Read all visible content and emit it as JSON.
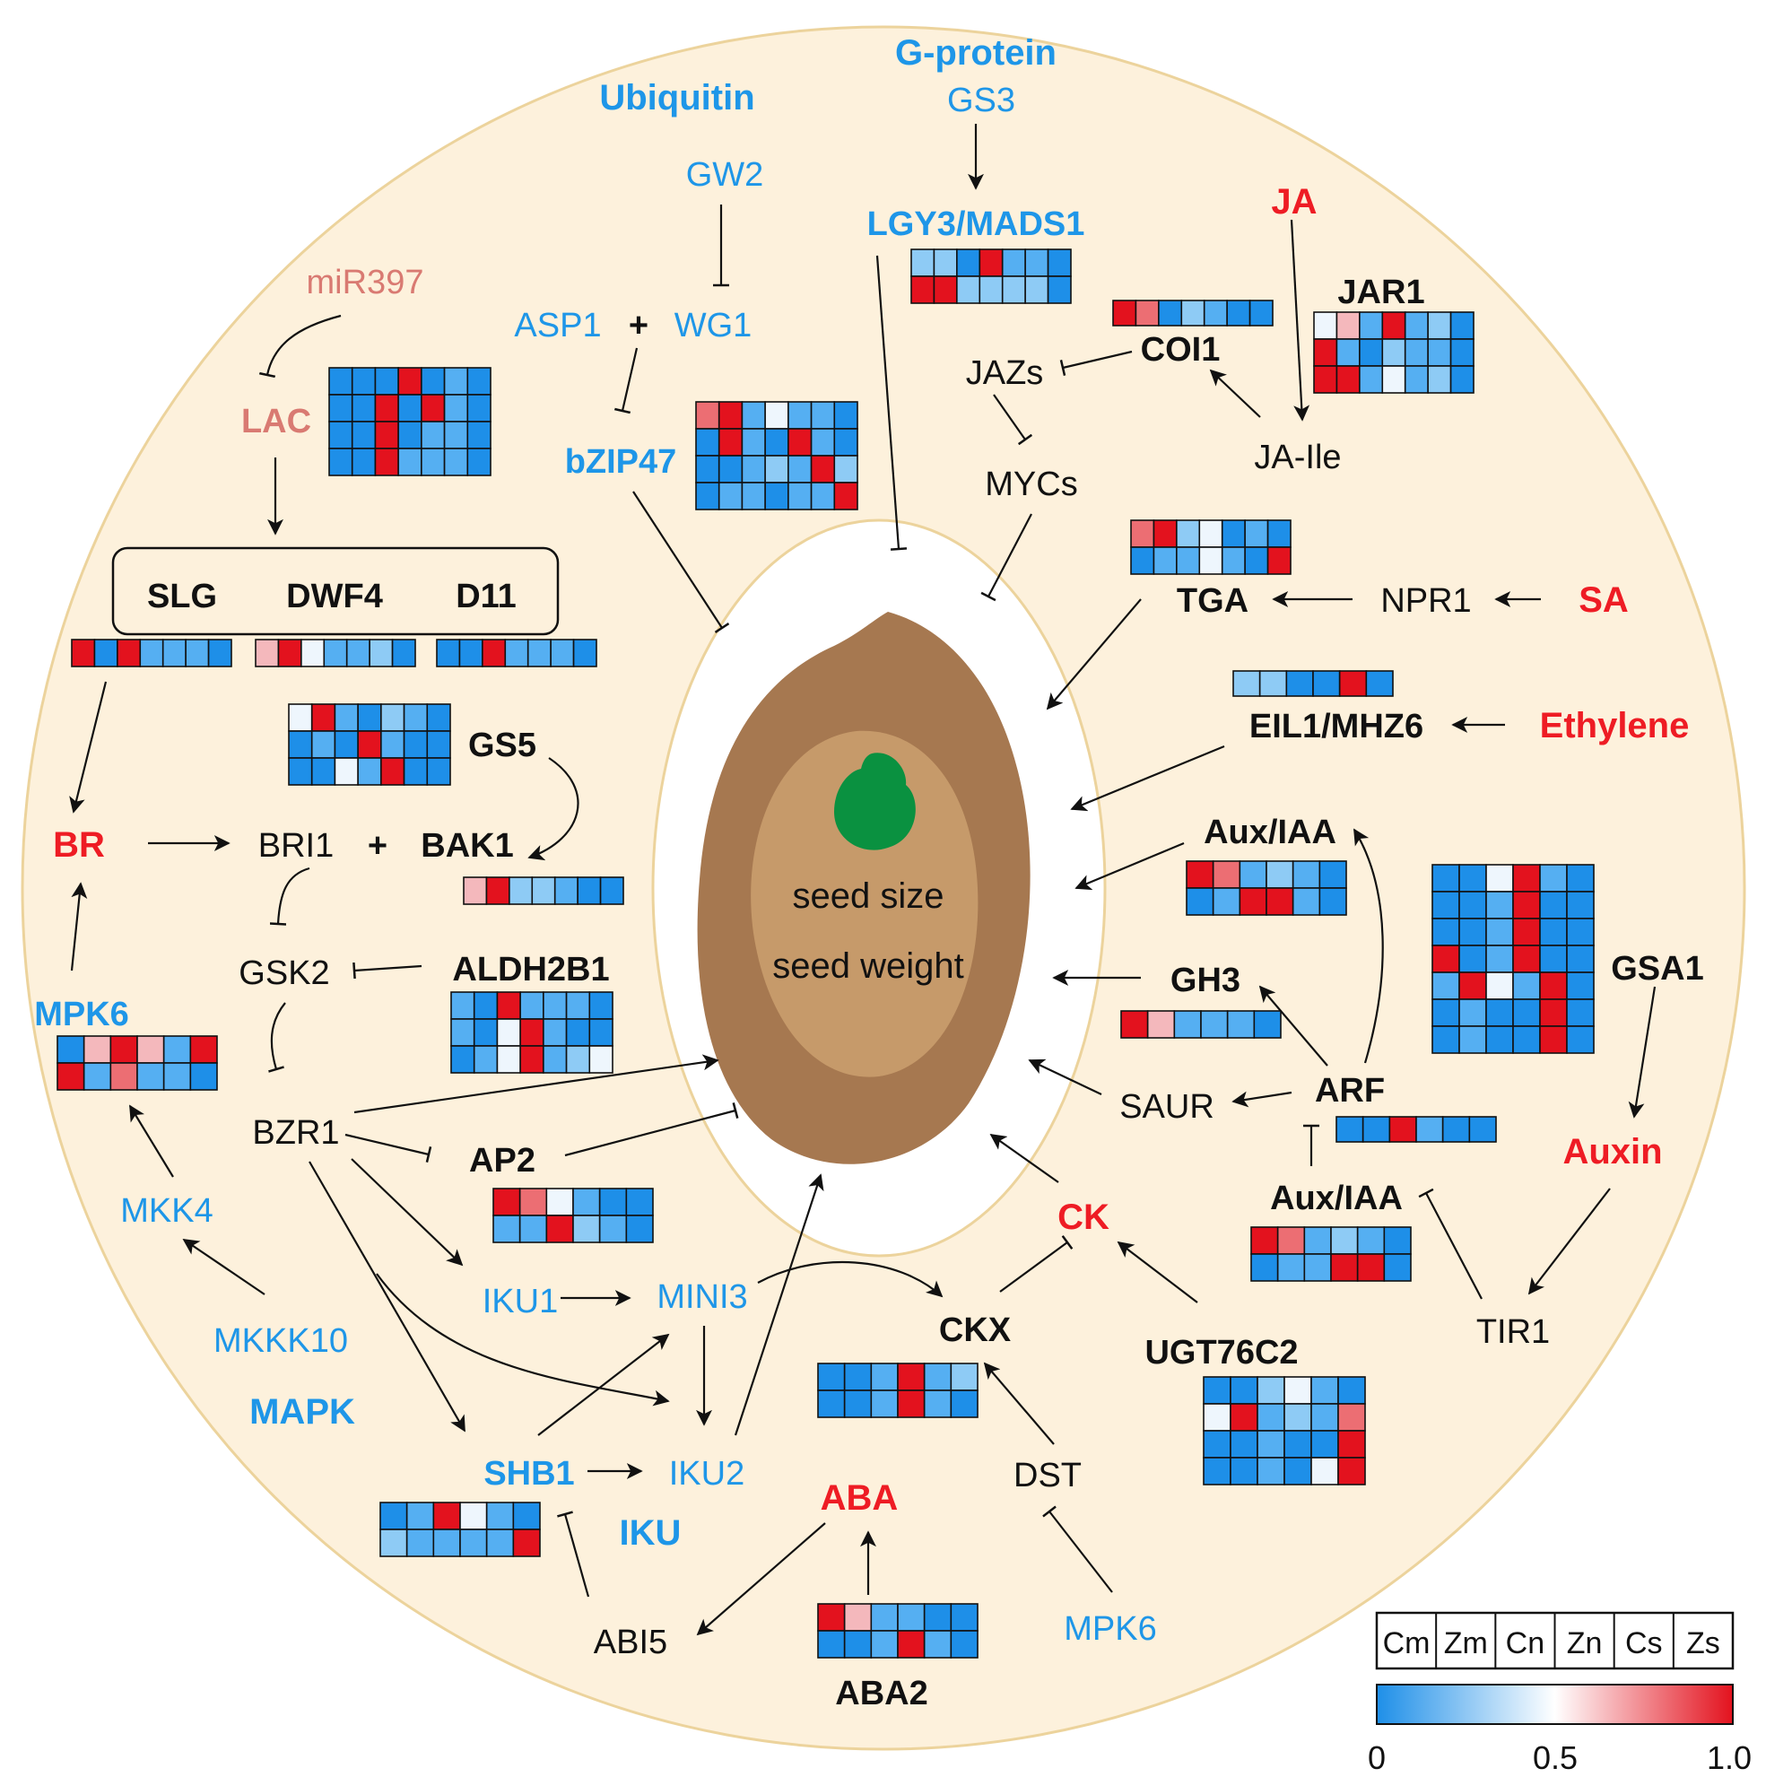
{
  "colors": {
    "background_ring": "#fdf1dc",
    "ring_stroke": "#ecd39c",
    "seed_outer": "#a67850",
    "seed_inner": "#c69a6a",
    "embryo": "#0a9140",
    "blue_text": "#1e96e8",
    "red_text": "#ee1c24",
    "pink_text": "#d97a72",
    "black_text": "#111111"
  },
  "center": {
    "line1": "seed size",
    "line2": "seed weight"
  },
  "pathways": {
    "g_protein": "G-protein",
    "ubiquitin": "Ubiquitin",
    "mapk": "MAPK",
    "iku": "IKU"
  },
  "hormones": {
    "ja": "JA",
    "sa": "SA",
    "ethylene": "Ethylene",
    "br": "BR",
    "auxin": "Auxin",
    "ck": "CK",
    "aba": "ABA"
  },
  "genes": {
    "gs3": "GS3",
    "lgy3": "LGY3/MADS1",
    "gw2": "GW2",
    "asp1": "ASP1",
    "plus1": "+",
    "wg1": "WG1",
    "bzip47": "bZIP47",
    "mir397": "miR397",
    "lac": "LAC",
    "slg": "SLG",
    "dwf4": "DWF4",
    "d11": "D11",
    "gs5": "GS5",
    "bri1": "BRI1",
    "plus2": "+",
    "bak1": "BAK1",
    "gsk2": "GSK2",
    "aldh2b1": "ALDH2B1",
    "bzr1": "BZR1",
    "ap2": "AP2",
    "mpk6_left": "MPK6",
    "mkk4": "MKK4",
    "mkkk10": "MKKK10",
    "iku1": "IKU1",
    "mini3": "MINI3",
    "iku2": "IKU2",
    "shb1": "SHB1",
    "abi5": "ABI5",
    "aba2": "ABA2",
    "ckx": "CKX",
    "dst": "DST",
    "mpk6_bottom": "MPK6",
    "ugt76c2": "UGT76C2",
    "jar1": "JAR1",
    "coi1": "COI1",
    "jazs": "JAZs",
    "mycs": "MYCs",
    "ja_ile": "JA-Ile",
    "tga": "TGA",
    "npr1": "NPR1",
    "eil1": "EIL1/MHZ6",
    "auxiaa_top": "Aux/IAA",
    "gh3": "GH3",
    "saur": "SAUR",
    "arf": "ARF",
    "auxiaa_bottom": "Aux/IAA",
    "tir1": "TIR1",
    "gsa1": "GSA1"
  },
  "legend": {
    "columns": [
      "Cm",
      "Zm",
      "Cn",
      "Zn",
      "Cs",
      "Zs"
    ],
    "scale_min": "0",
    "scale_mid": "0.5",
    "scale_max": "1.0",
    "low_color": "#1e8fe8",
    "mid_color": "#ffffff",
    "high_color": "#e3121e"
  }
}
